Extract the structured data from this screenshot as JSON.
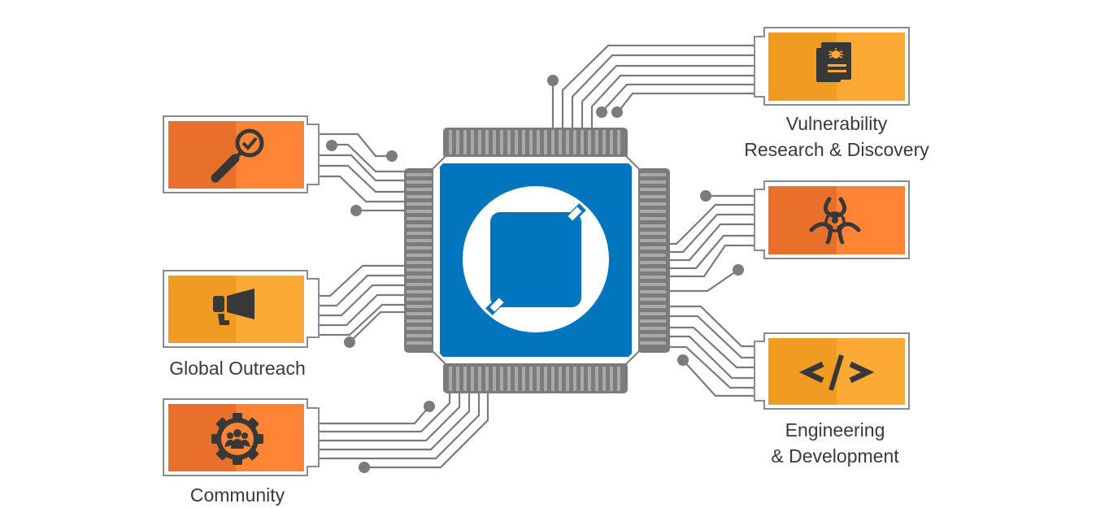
{
  "diagram": {
    "title": "",
    "center": {
      "name": "processor-chip",
      "icon": "chip-logo-icon"
    },
    "colors": {
      "chip_blue": "#0175bd",
      "chip_gray": "#7a7c7c",
      "pin_light": "#a8aaaa",
      "trace": "#7a7c7c",
      "orange_dark": "#e8702a",
      "orange_light": "#fd8434",
      "amber_dark": "#f09c22",
      "amber_light": "#fca935",
      "icon_dark": "#383838",
      "text": "#3a3a3a"
    },
    "modules": [
      {
        "id": "top-left",
        "icon": "magnifier-check-icon",
        "label": "",
        "theme": "orange"
      },
      {
        "id": "mid-left",
        "icon": "megaphone-icon",
        "label": "Global Outreach",
        "theme": "amber"
      },
      {
        "id": "bottom-left",
        "icon": "community-gear-icon",
        "label": "Community",
        "theme": "orange"
      },
      {
        "id": "top-right",
        "icon": "bug-report-icon",
        "label_lines": [
          "Vulnerability",
          "Research & Discovery"
        ],
        "theme": "amber"
      },
      {
        "id": "mid-right",
        "icon": "biohazard-icon",
        "label": "",
        "theme": "orange"
      },
      {
        "id": "bottom-right",
        "icon": "code-icon",
        "label_lines": [
          "Engineering",
          "& Development"
        ],
        "theme": "amber"
      }
    ]
  }
}
